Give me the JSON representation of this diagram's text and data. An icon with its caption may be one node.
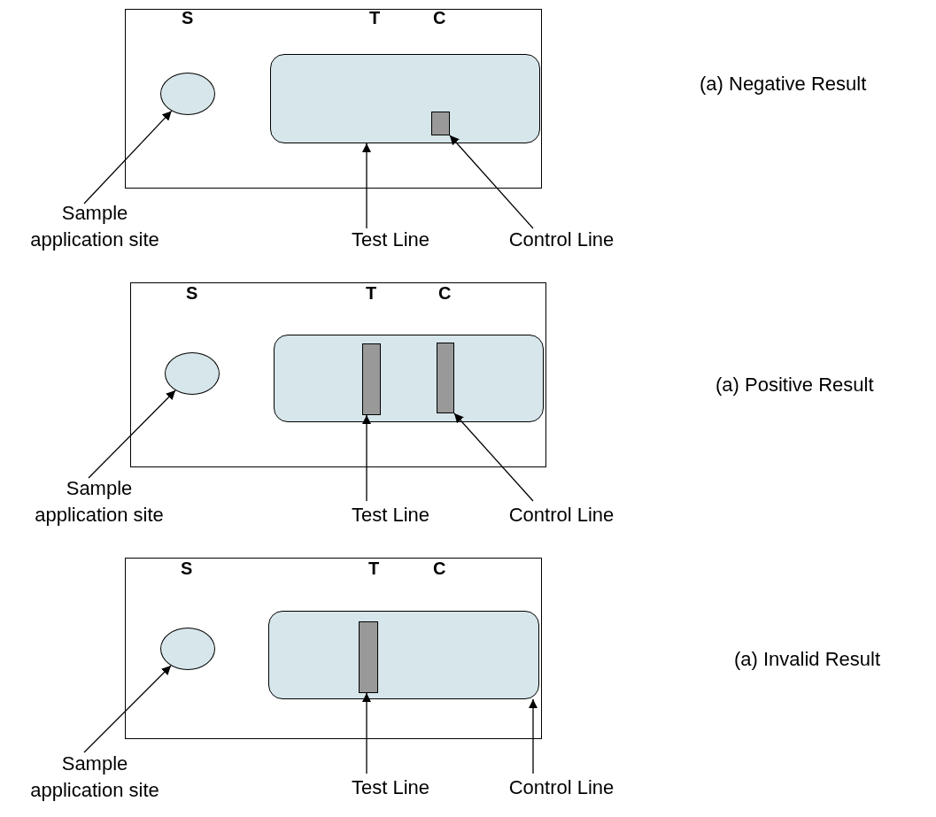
{
  "diagram": {
    "nodes": [
      {
        "text": [],
        "shape": "box"
      },
      {
        "text": [],
        "shape": "circle",
        "in": 0
      },
      {
        "text": [],
        "shape": "box",
        "in": 0
      },
      {
        "text": [],
        "shape": "bar",
        "in": 2
      },
      {
        "text": [
          "Sample application site"
        ]
      },
      {
        "text": [
          "Test Line"
        ]
      },
      {
        "text": [
          "Control Line"
        ]
      },
      {
        "text": [],
        "shape": "box"
      },
      {
        "text": [],
        "shape": "circle",
        "in": 7
      },
      {
        "text": [],
        "shape": "box",
        "in": 7
      },
      {
        "text": [],
        "shape": "bar",
        "in": 9
      },
      {
        "text": [],
        "shape": "bar",
        "in": 9
      },
      {
        "text": [
          "Sample application site"
        ]
      },
      {
        "text": [
          "Test Line"
        ]
      },
      {
        "text": [
          "Control Line"
        ]
      },
      {
        "text": [],
        "shape": "box"
      },
      {
        "text": [],
        "shape": "circle",
        "in": 15
      },
      {
        "text": [],
        "shape": "box",
        "in": 15
      },
      {
        "text": [],
        "shape": "bar",
        "in": 17
      },
      {
        "text": [
          "Sample application site"
        ]
      },
      {
        "text": [
          "Test Line"
        ]
      },
      {
        "text": [
          "Control Line"
        ]
      }
    ],
    "edges": [
      {
        "from": 4,
        "to": 1,
        "arrow": "to"
      },
      {
        "from": 5,
        "to": 2,
        "arrow": "to"
      },
      {
        "from": 6,
        "to": 3,
        "arrow": "to"
      },
      {
        "from": 12,
        "to": 8,
        "arrow": "to"
      },
      {
        "from": 13,
        "to": 10,
        "arrow": "to"
      },
      {
        "from": 14,
        "to": 11,
        "arrow": "to"
      },
      {
        "from": 19,
        "to": 16,
        "arrow": "to"
      },
      {
        "from": 20,
        "to": 18,
        "arrow": "to"
      },
      {
        "from": 21,
        "to": 17,
        "arrow": "to"
      }
    ],
    "labels": [
      "S",
      "T",
      "C",
      "(a) Negative Result",
      "S",
      "T",
      "C",
      "(a) Positive Result",
      "S",
      "T",
      "C",
      "(a) Invalid Result"
    ]
  }
}
